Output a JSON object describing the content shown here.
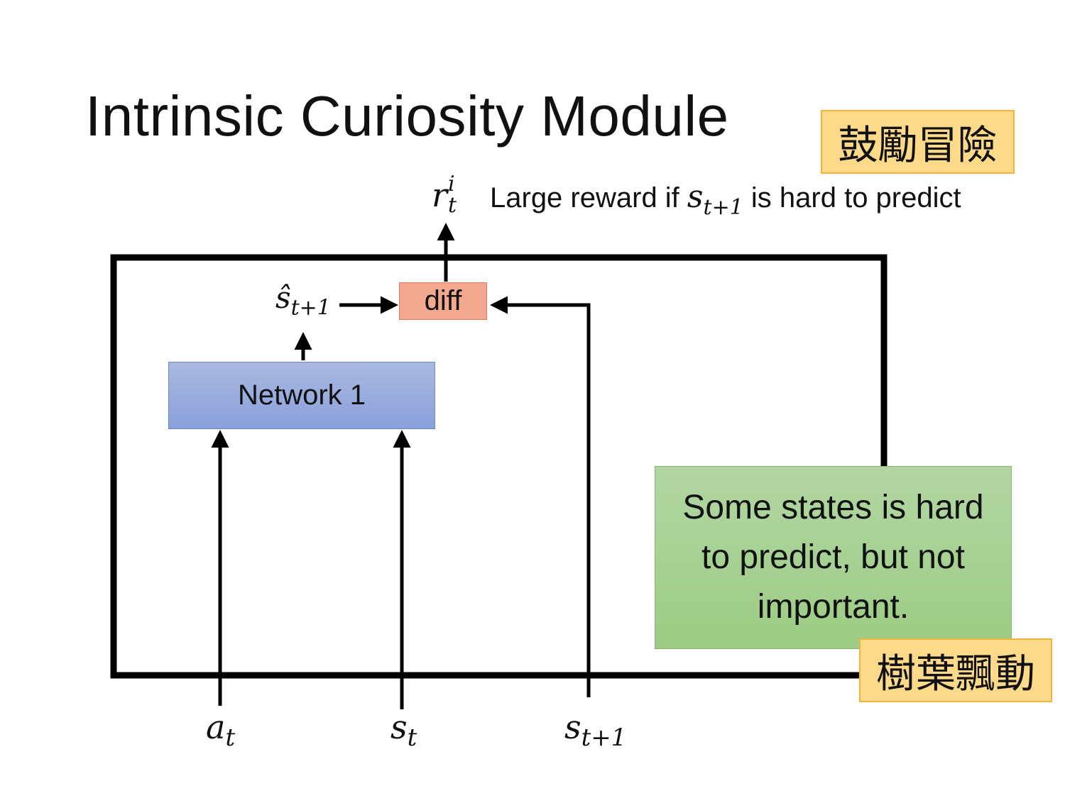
{
  "slide": {
    "title": "Intrinsic Curiosity Module",
    "tag_top": "鼓勵冒險",
    "tag_bottom": "樹葉飄動",
    "note": "Some states is hard to predict, but not important.",
    "reward_caption": {
      "prefix": "Large reward if ",
      "var": "s",
      "sub": "t+1",
      "suffix": " is hard to predict"
    },
    "reward_symbol": {
      "base": "r",
      "sub": "t",
      "sup": "i"
    },
    "network_label": "Network 1",
    "diff_label": "diff",
    "predicted_state": {
      "base": "ŝ",
      "sub": "t+1"
    },
    "inputs": [
      {
        "base": "a",
        "sub": "t"
      },
      {
        "base": "s",
        "sub": "t"
      },
      {
        "base": "s",
        "sub": "t+1"
      }
    ]
  },
  "colors": {
    "network_fill": "#8aa0dc",
    "diff_fill": "#f3a98f",
    "note_fill": "#9ccc84",
    "tag_fill": "#fdd98a"
  }
}
